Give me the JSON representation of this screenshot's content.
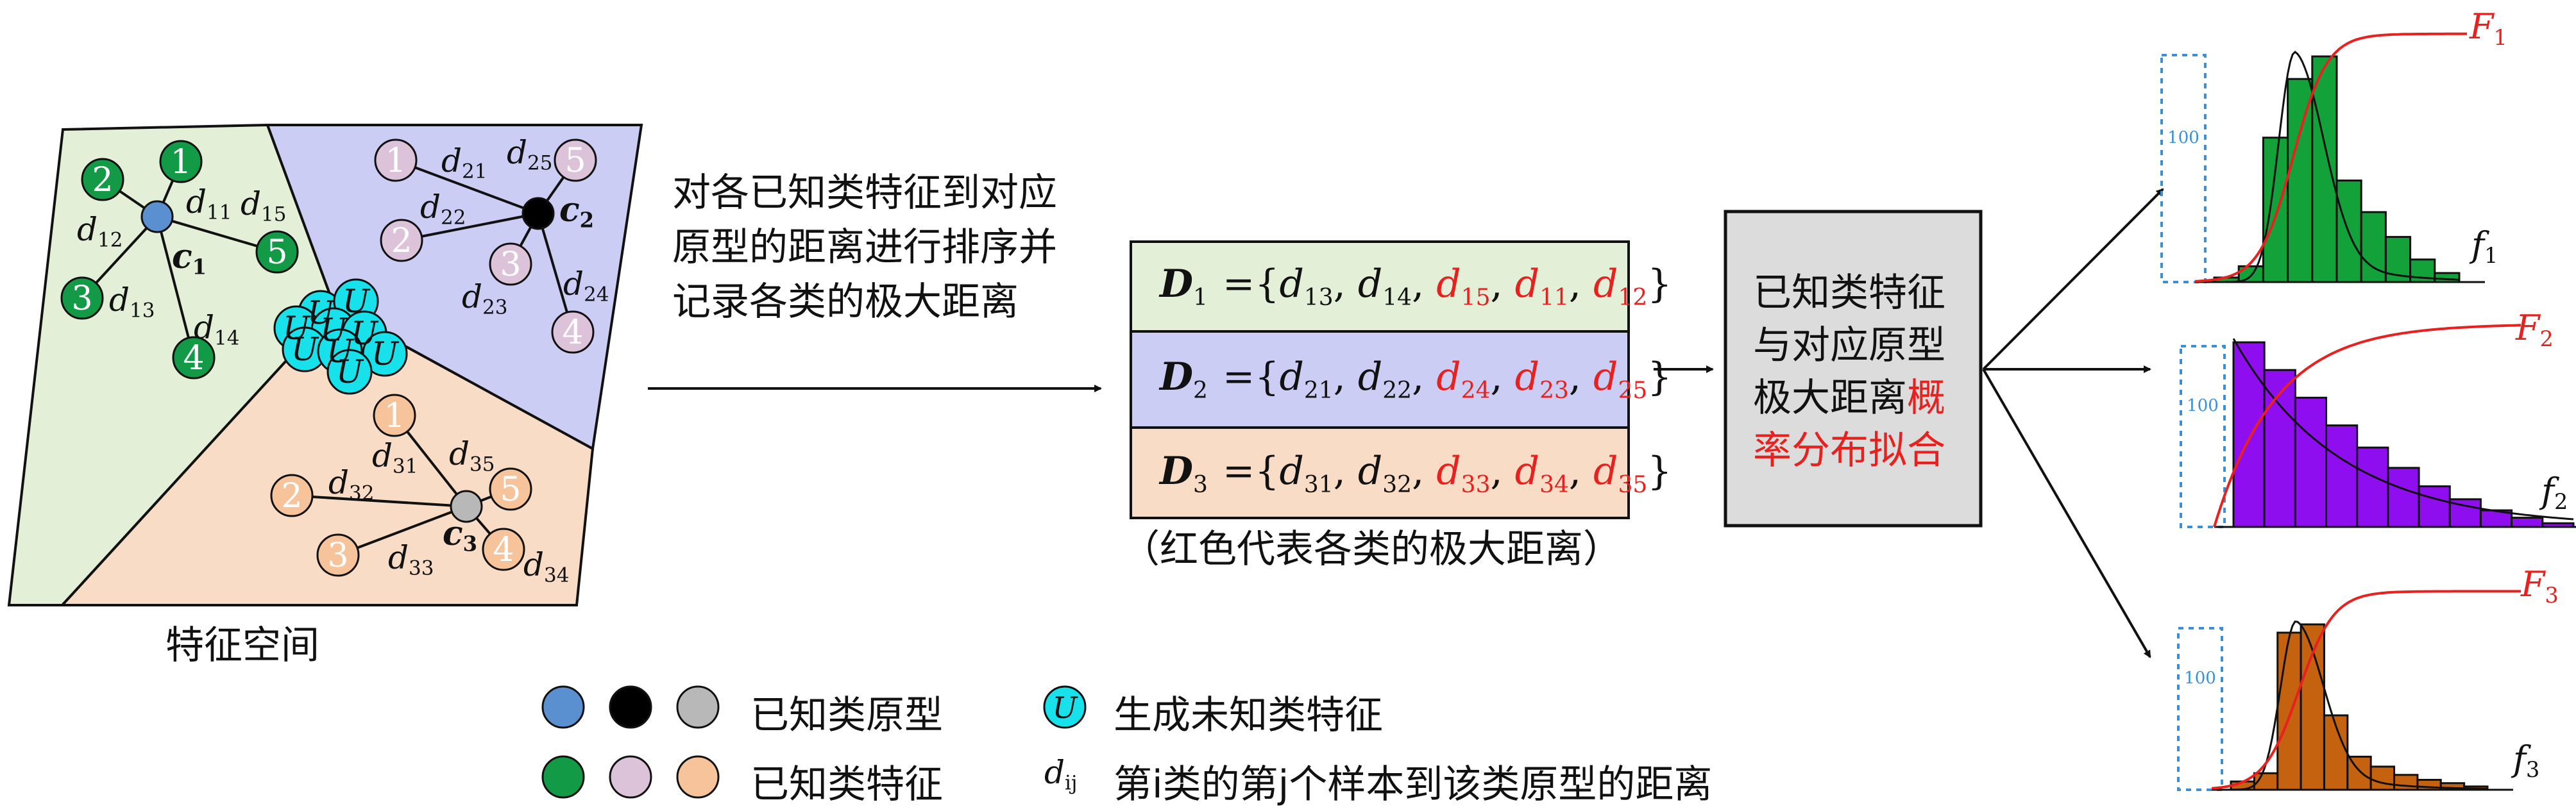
{
  "feature_space": {
    "caption": "特征空间",
    "prototype_labels": [
      "c1",
      "c2",
      "c3"
    ],
    "unknown_label": "U",
    "class1": {
      "points": [
        "1",
        "2",
        "3",
        "4",
        "5"
      ],
      "distances": [
        "d11",
        "d12",
        "d13",
        "d14",
        "d15"
      ]
    },
    "class2": {
      "points": [
        "1",
        "2",
        "3",
        "4",
        "5"
      ],
      "distances": [
        "d21",
        "d22",
        "d23",
        "d24",
        "d25"
      ]
    },
    "class3": {
      "points": [
        "1",
        "2",
        "3",
        "4",
        "5"
      ],
      "distances": [
        "d31",
        "d32",
        "d33",
        "d34",
        "d35"
      ]
    }
  },
  "step1_text": [
    "对各已知类特征到对应",
    "原型的距离进行排序并",
    "记录各类的极大距离"
  ],
  "distance_sets": {
    "rows": [
      {
        "name": "D1",
        "normal": [
          "d13",
          "d14"
        ],
        "red": [
          "d15",
          "d11",
          "d12"
        ]
      },
      {
        "name": "D2",
        "normal": [
          "d21",
          "d22"
        ],
        "red": [
          "d24",
          "d23",
          "d25"
        ]
      },
      {
        "name": "D3",
        "normal": [
          "d31",
          "d32"
        ],
        "red": [
          "d33",
          "d34",
          "d35"
        ]
      }
    ],
    "note": "（红色代表各类的极大距离）"
  },
  "fit_box": {
    "line1": "已知类特征",
    "line2": "与对应原型",
    "line3_black": "极大距离",
    "line3_red": "概",
    "line4_red": "率分布拟合"
  },
  "charts": [
    {
      "cdf_label": "F1",
      "pdf_label": "f1",
      "dashed_label": "100"
    },
    {
      "cdf_label": "F2",
      "pdf_label": "f2",
      "dashed_label": "100"
    },
    {
      "cdf_label": "F3",
      "pdf_label": "f3",
      "dashed_label": "100"
    }
  ],
  "legend": {
    "prototype_text": "已知类原型",
    "unknown_symbol": "U",
    "unknown_text": "生成未知类特征",
    "feature_text": "已知类特征",
    "dij_symbol": "dij",
    "dij_text": "第i类的第j个样本到该类原型的距离"
  },
  "colors": {
    "class1_region": "#e3efd6",
    "class2_region": "#cccdf5",
    "class3_region": "#f8dcc6",
    "class1_point": "#139a46",
    "class2_point": "#dcc3d9",
    "class3_point": "#f6c39a",
    "unknown_point": "#17e2eb",
    "proto1": "#5a8fd0",
    "proto2": "#000000",
    "proto3": "#b8b8b8",
    "hist1": "#13a23a",
    "hist2": "#8f0ef0",
    "hist3": "#c5620f",
    "highlight": "#e8201e"
  }
}
